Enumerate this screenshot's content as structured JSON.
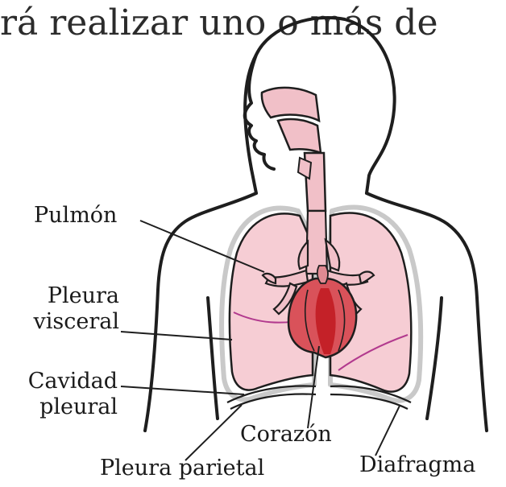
{
  "top_text": "rá realizar uno o más de",
  "labels": {
    "pulmon": "Pulmón",
    "pleura_visceral_line1": "Pleura",
    "pleura_visceral_line2": "visceral",
    "cavidad_line1": "Cavidad",
    "cavidad_line2": "pleural",
    "corazon": "Corazón",
    "pleura_parietal": "Pleura parietal",
    "diafragma": "Diafragma"
  },
  "colors": {
    "outline": "#1e1e1e",
    "lung_fill": "#f6cdd4",
    "pleura_gray": "#c9c9c9",
    "heart_fill": "#d9525a",
    "heart_dark": "#c42128",
    "airway_fill": "#f1c0c8",
    "pleura_line": "#b23a8e"
  }
}
